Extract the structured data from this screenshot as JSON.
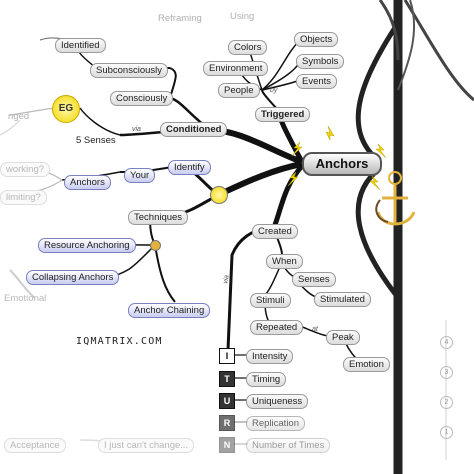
{
  "center": "Anchors",
  "faded_top": [
    "Reframing",
    "Using"
  ],
  "triggered": {
    "label": "Triggered",
    "by": "by",
    "people": "People",
    "environment": "Environment",
    "objects": "Objects",
    "colors": "Colors",
    "symbols": "Symbols",
    "events": "Events"
  },
  "conditioned": {
    "label": "Conditioned",
    "via": "via",
    "senses": "5 Senses",
    "consciously": "Consciously",
    "subconsciously": "Subconsciously",
    "identified": "Identified",
    "eg": "EG",
    "faded_left": "nged"
  },
  "identify": {
    "label": "Identify",
    "your": "Your",
    "anchors": "Anchors",
    "faded_a": "working?",
    "faded_b": "limiting?"
  },
  "techniques": {
    "label": "Techniques",
    "resource": "Resource Anchoring",
    "collapsing": "Collapsing Anchors",
    "chaining": "Anchor Chaining"
  },
  "created": {
    "label": "Created",
    "when": "When",
    "senses": "Senses",
    "stimulated": "Stimulated",
    "stimuli": "Stimuli",
    "repeated": "Repeated",
    "at": "at",
    "peak": "Peak",
    "emotion": "Emotion",
    "via": "via"
  },
  "iturn": {
    "letters": [
      "I",
      "T",
      "U",
      "R",
      "N"
    ],
    "words": [
      "Intensity",
      "Timing",
      "Uniqueness",
      "Replication",
      "Number of Times"
    ]
  },
  "brand": "IQMATRIX.COM",
  "faded_bottom": [
    "Emotional",
    "Acceptance",
    "I just can't change..."
  ],
  "numbers": [
    "4",
    "3",
    "2",
    "1"
  ],
  "colors": {
    "branch": "#111111",
    "lightning": "#f2d600",
    "gold": "#e3b23c",
    "node_blue": "#c9cdf0"
  }
}
